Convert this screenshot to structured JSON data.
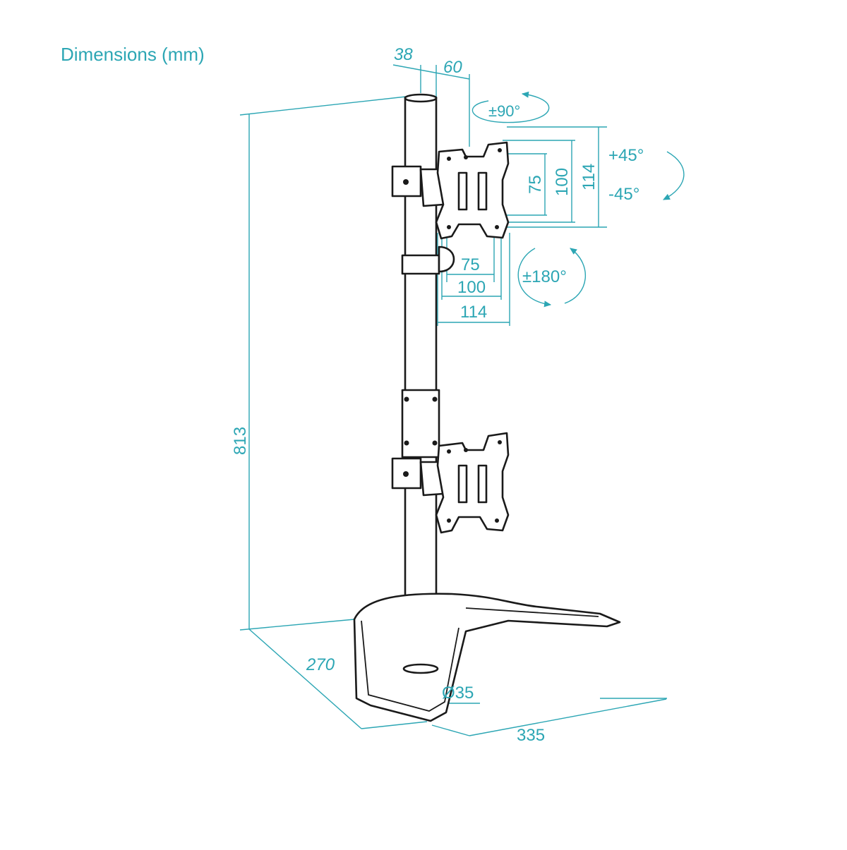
{
  "heading": "Dimensions (mm)",
  "colors": {
    "accent": "#2ca6b4",
    "ink": "#1a1a1a",
    "background": "#ffffff"
  },
  "dimensions": {
    "pole_offset": "38",
    "arm_offset": "60",
    "total_height": "813",
    "base_depth": "270",
    "base_width": "335",
    "pole_diameter": "Ø35",
    "vesa_vertical": [
      "75",
      "100",
      "114"
    ],
    "vesa_horizontal": [
      "75",
      "100",
      "114"
    ]
  },
  "rotation": {
    "swivel": "±90°",
    "tilt_up": "+45°",
    "tilt_down": "-45°",
    "rotate": "±180°"
  }
}
